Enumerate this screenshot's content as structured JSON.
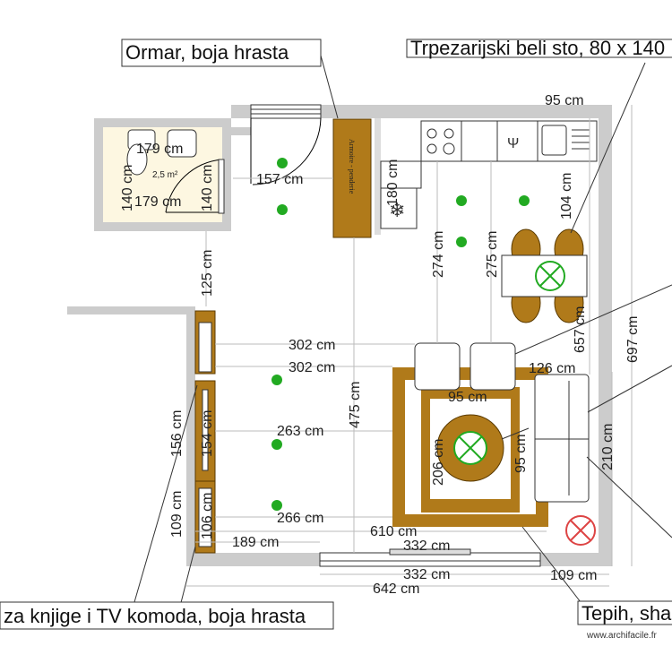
{
  "labels": {
    "wardrobe": "Ormar, boja hrasta",
    "dining_table": "Trpezarijski beli sto, 80 x 140",
    "shelves": "za knjige i TV komoda, boja hrasta",
    "rug": "Tepih, sha",
    "wardrobe_inner": "Armoire - penderie",
    "bath_area": "2,5 m²",
    "watermark": "www.archifacile.fr"
  },
  "dimensions": {
    "bath_w_top": "179 cm",
    "bath_w_bottom": "179 cm",
    "bath_h_left": "140 cm",
    "bath_h_right": "140 cm",
    "hall": "157 cm",
    "kitchen_180": "180 cm",
    "d95_top": "95 cm",
    "d104": "104 cm",
    "d274": "274 cm",
    "d275": "275 cm",
    "d125": "125 cm",
    "d302a": "302 cm",
    "d302b": "302 cm",
    "d126": "126 cm",
    "d657": "657 cm",
    "d697": "697 cm",
    "d95_rug": "95 cm",
    "d95_rugv": "95 cm",
    "d206": "206 cm",
    "d210": "210 cm",
    "d156": "156 cm",
    "d154": "154 cm",
    "d263": "263 cm",
    "d475": "475 cm",
    "d109_left": "109 cm",
    "d106": "106 cm",
    "d266": "266 cm",
    "d610": "610 cm",
    "d189": "189 cm",
    "d332_in": "332 cm",
    "d332_out": "332 cm",
    "d109_bottom": "109 cm",
    "d642": "642 cm"
  },
  "colors": {
    "wall": "#cccccc",
    "wood": "#b07a1a",
    "bath_floor": "#fdf7e1",
    "lamp": "#22aa22",
    "red_marker": "#dd4444"
  }
}
